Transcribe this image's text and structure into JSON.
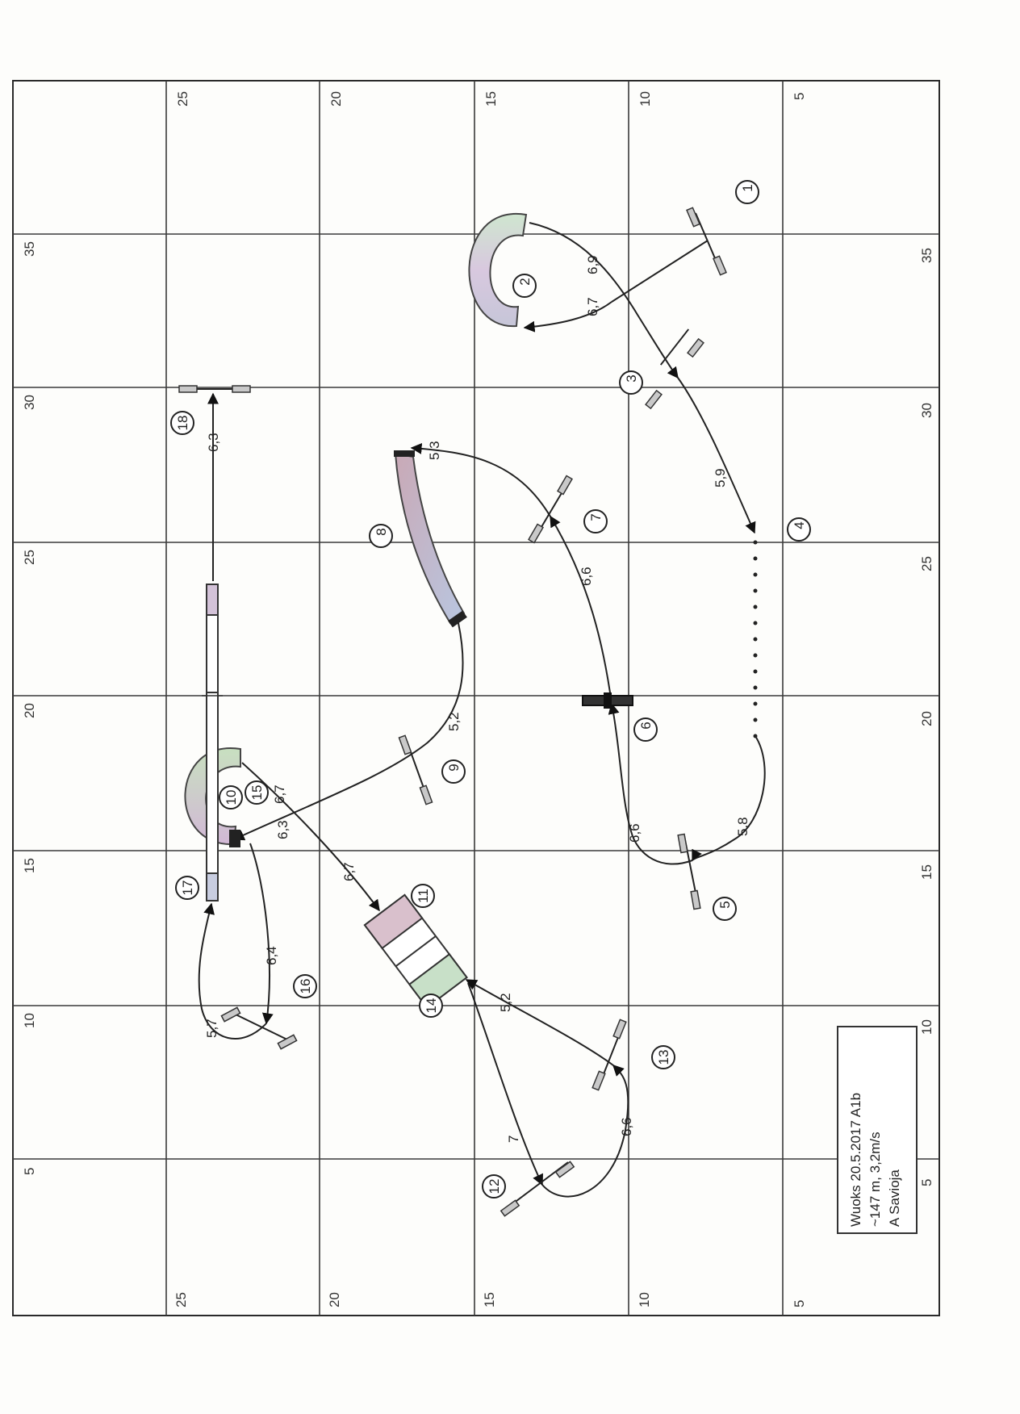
{
  "diagram": {
    "top_axis_labels": [
      "35",
      "30",
      "25",
      "20",
      "15",
      "10",
      "5"
    ],
    "left_axis_labels": [
      "25",
      "20",
      "15",
      "10",
      "5"
    ],
    "bottom_axis_labels": [
      "35",
      "30",
      "25",
      "20",
      "15",
      "10",
      "5"
    ],
    "right_axis_labels": [
      "25",
      "20",
      "15",
      "10",
      "5"
    ],
    "info": {
      "line1": "Wuoks 20.5.2017 A1b",
      "line2": "~147 m, 3,2m/s",
      "line3": "A Savioja"
    },
    "obstacle_numbers": [
      "1",
      "2",
      "3",
      "4",
      "5",
      "6",
      "7",
      "8",
      "9",
      "10",
      "11",
      "12",
      "13",
      "14",
      "15",
      "16",
      "17",
      "18"
    ],
    "distances": {
      "d1": "6,9",
      "d2": "6,7",
      "d3": "5,9",
      "d4": "5,8",
      "d5": "6,6",
      "d6": "6,6",
      "d7": "5,3",
      "d8": "5,2",
      "d9": "6,3",
      "d10": "6,7",
      "d11": "6,7",
      "d12": "7",
      "d13": "6,6",
      "d14": "5,2",
      "d15": "6,4",
      "d16": "5,7",
      "d17": "6,3"
    },
    "colors": {
      "tunnel_a": "#c8e3c8",
      "tunnel_b": "#d4c3dc",
      "tunnel_c": "#c9b6c8",
      "contact": "#d5c0d5"
    }
  }
}
